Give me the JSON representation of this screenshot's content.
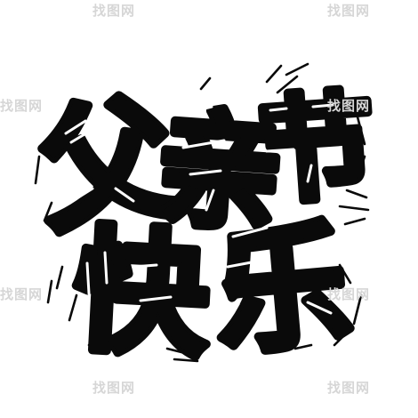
{
  "headline": {
    "line1": [
      "父",
      "亲",
      "节"
    ],
    "line2": [
      "快",
      "乐"
    ]
  },
  "watermark": "找图网",
  "colors": {
    "ink": "#0a0a0a",
    "background": "#ffffff",
    "highlight": "#ffffff",
    "watermark": "#d6d6d6"
  }
}
